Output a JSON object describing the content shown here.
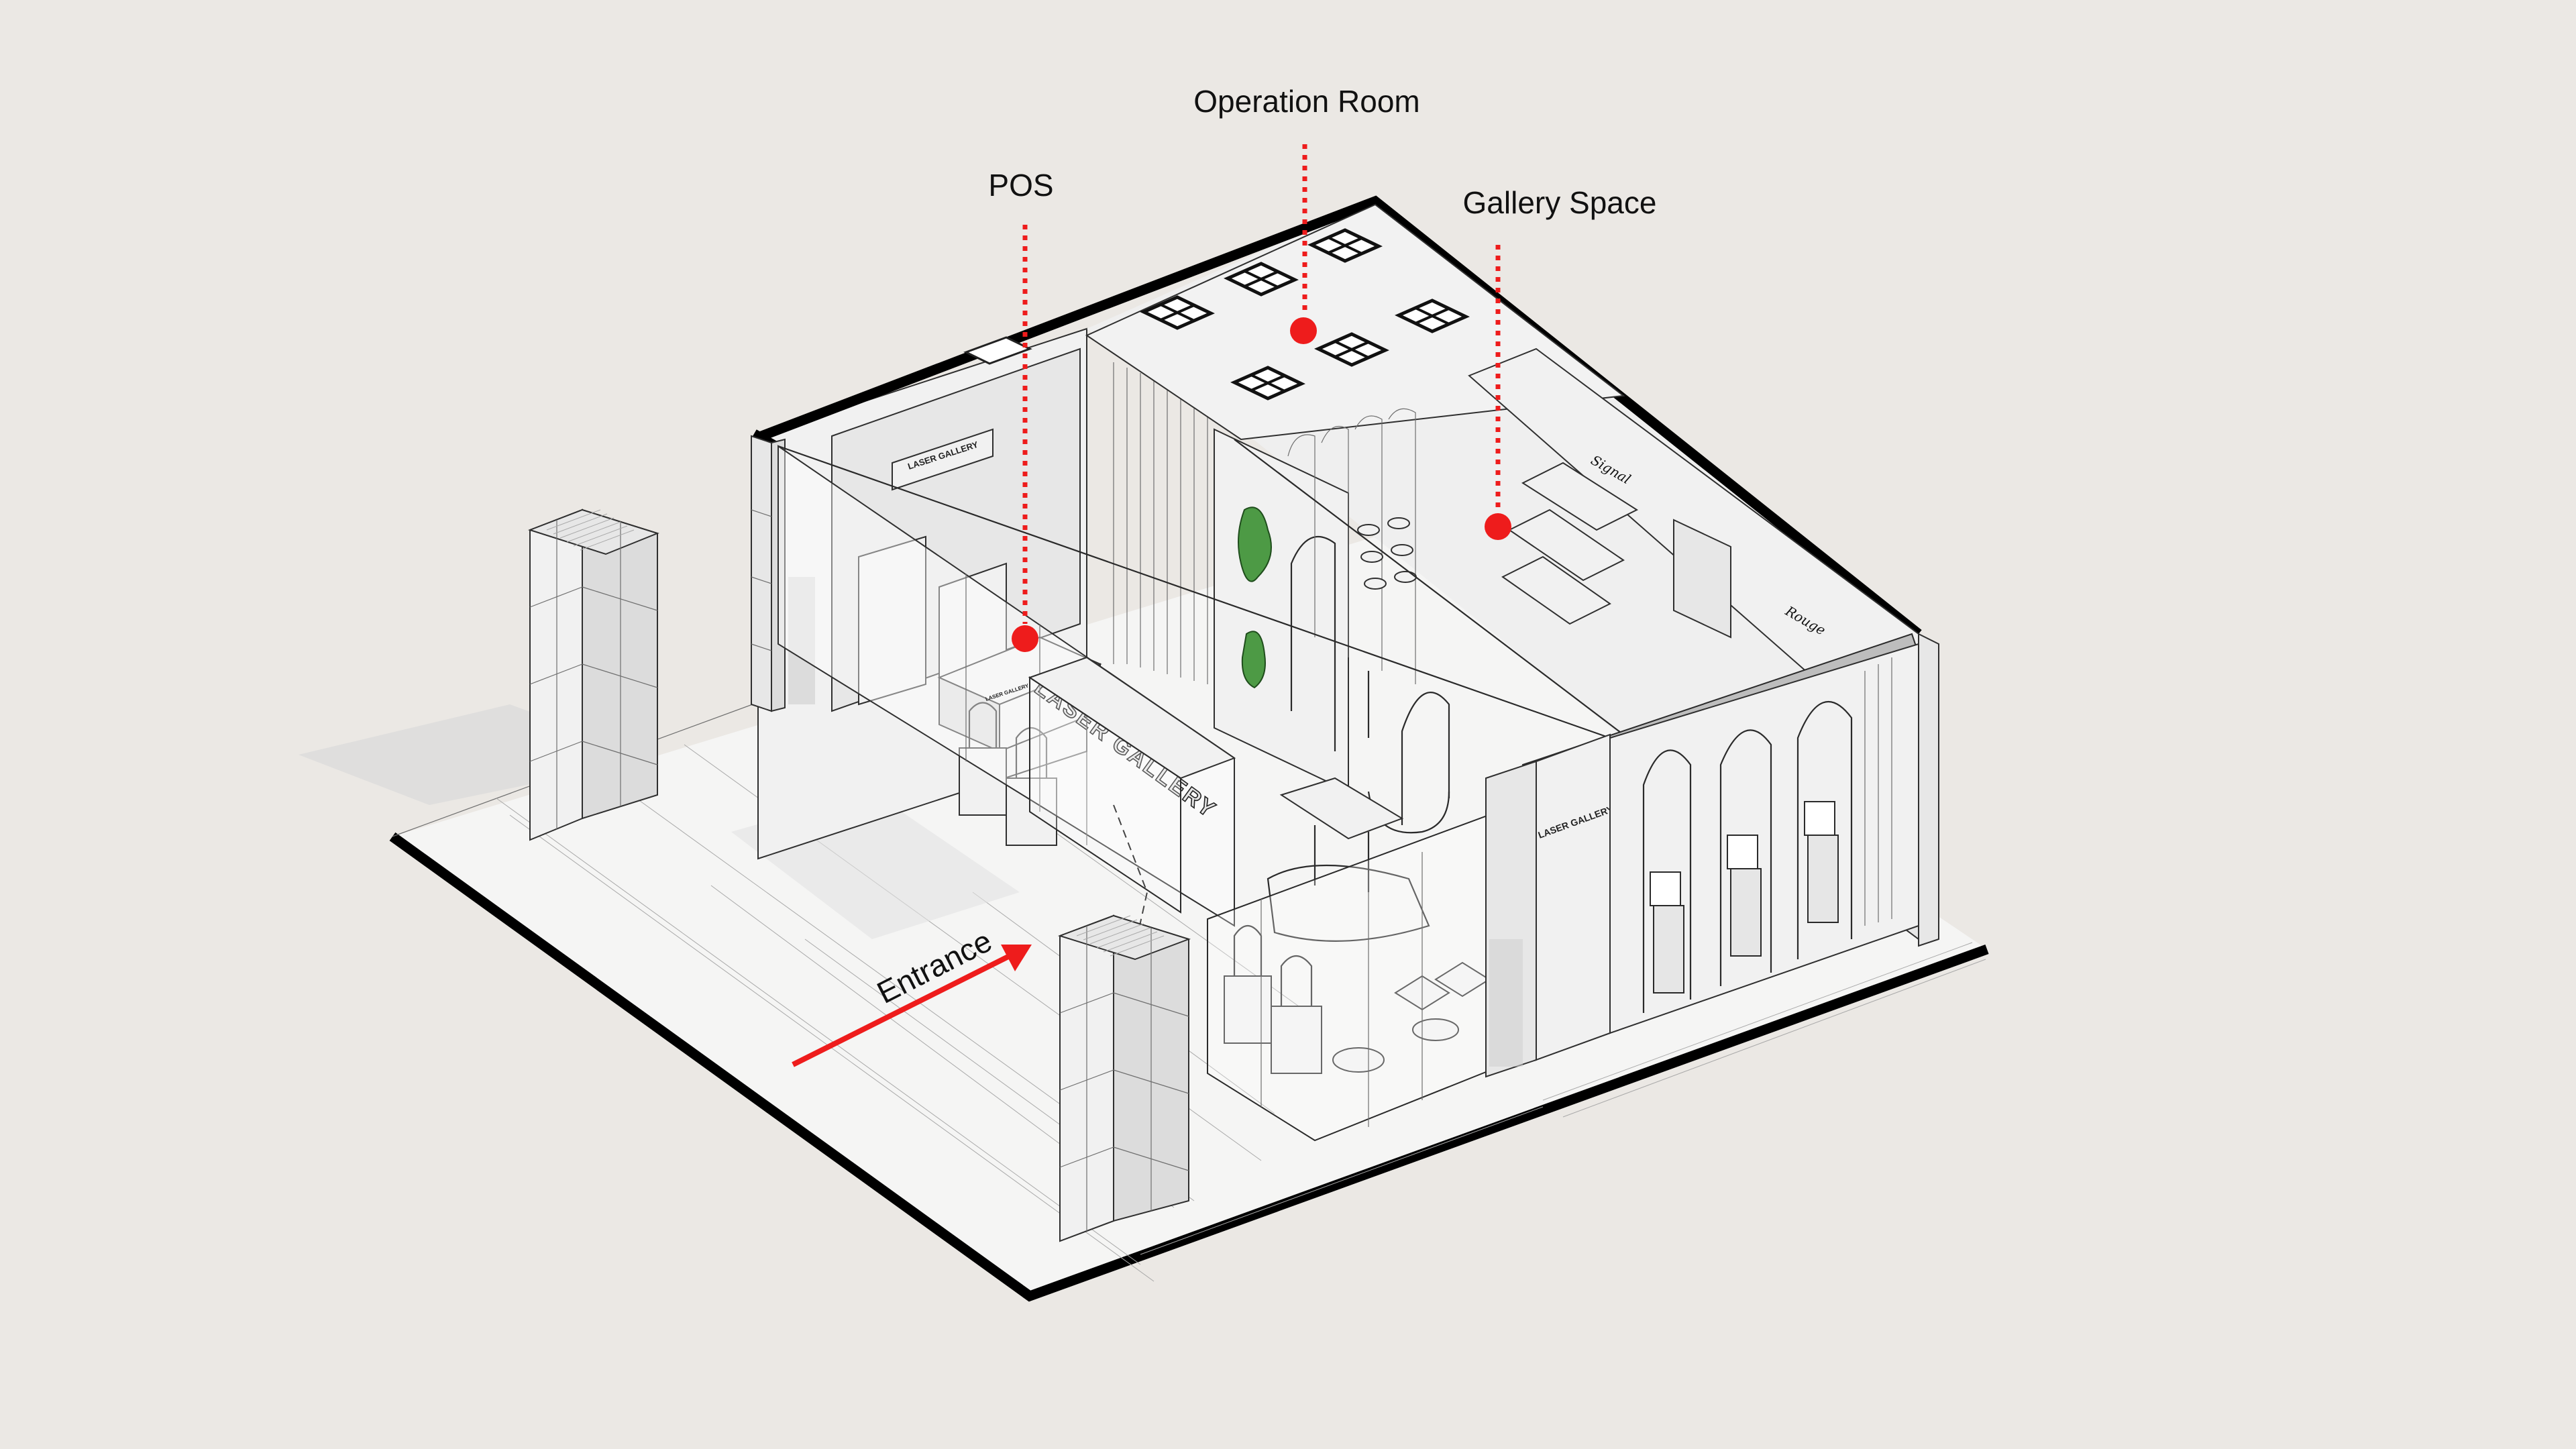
{
  "labels": {
    "operation_room": "Operation Room",
    "pos": "POS",
    "gallery_space": "Gallery Space",
    "entrance": "Entrance"
  },
  "signage": {
    "header_sign": "LASER GALLERY",
    "facade_sign": "LASER GALLERY",
    "column_sign": "LASER GALLERY",
    "small_sign": "LASER GALLERY",
    "script_sign_1": "Signal",
    "script_sign_2": "Rouge"
  },
  "colors": {
    "background": "#ebe8e4",
    "marker": "#ee1c1c",
    "outline": "#000000",
    "plant": "#4d9a45"
  },
  "markers": [
    {
      "name": "operation-room-marker",
      "label_key": "operation_room"
    },
    {
      "name": "pos-marker",
      "label_key": "pos"
    },
    {
      "name": "gallery-space-marker",
      "label_key": "gallery_space"
    }
  ],
  "icons": {
    "entrance_arrow": "arrow-right-icon",
    "marker": "circle-pin-icon"
  }
}
